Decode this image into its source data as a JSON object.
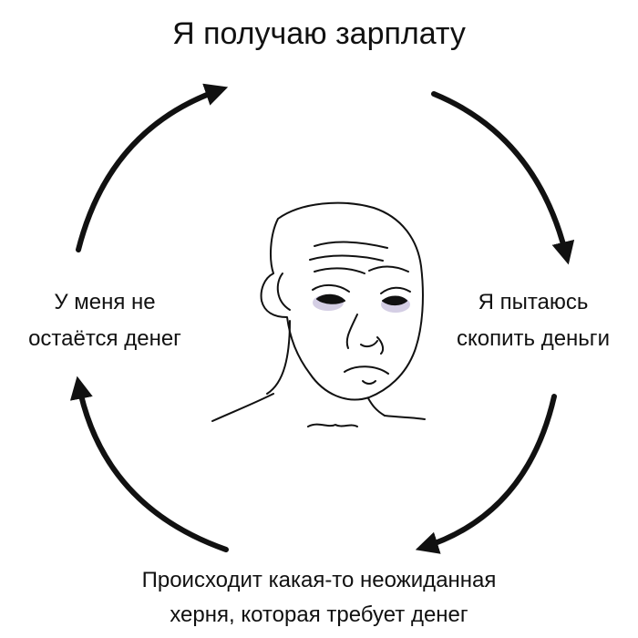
{
  "cycle": {
    "top": "Я получаю зарплату",
    "right": [
      "Я пытаюсь",
      "скопить деньги"
    ],
    "bottom": [
      "Происходит какая-то неожиданная",
      "херня, которая требует денег"
    ],
    "left": [
      "У меня не",
      "остаётся денег"
    ]
  },
  "center_figure": {
    "icon": "sad-wojak-face-icon"
  },
  "colors": {
    "ink": "#111111",
    "background": "#ffffff",
    "eye_shadow": "#b9b2d0"
  }
}
